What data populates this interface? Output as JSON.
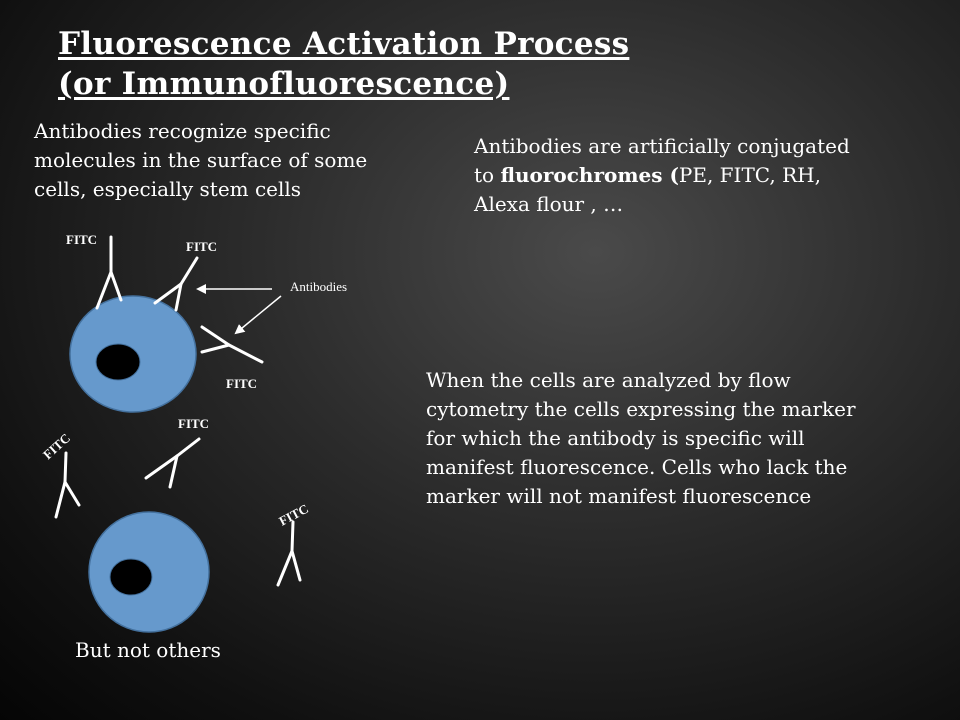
{
  "title": {
    "line1": "Fluorescence Activation Process",
    "line2": "(or Immunofluorescence)"
  },
  "texts": {
    "recognize": "Antibodies recognize specific molecules in the surface of some cells, especially stem cells",
    "conjugated_pre": "Antibodies are artificially conjugated to ",
    "conjugated_bold": "fluorochromes (",
    "conjugated_post": "PE, FITC, RH, Alexa flour , …",
    "analysis": "When the cells are analyzed by flow cytometry the cells expressing the marker for which the antibody is specific will manifest fluorescence. Cells who lack the marker will not manifest fluorescence",
    "not_others": "But not others"
  },
  "diagram": {
    "fluorochrome_label": "FITC",
    "antibodies_label": "Antibodies",
    "cell_color": "#6699cc",
    "nucleus_color": "#000000"
  }
}
